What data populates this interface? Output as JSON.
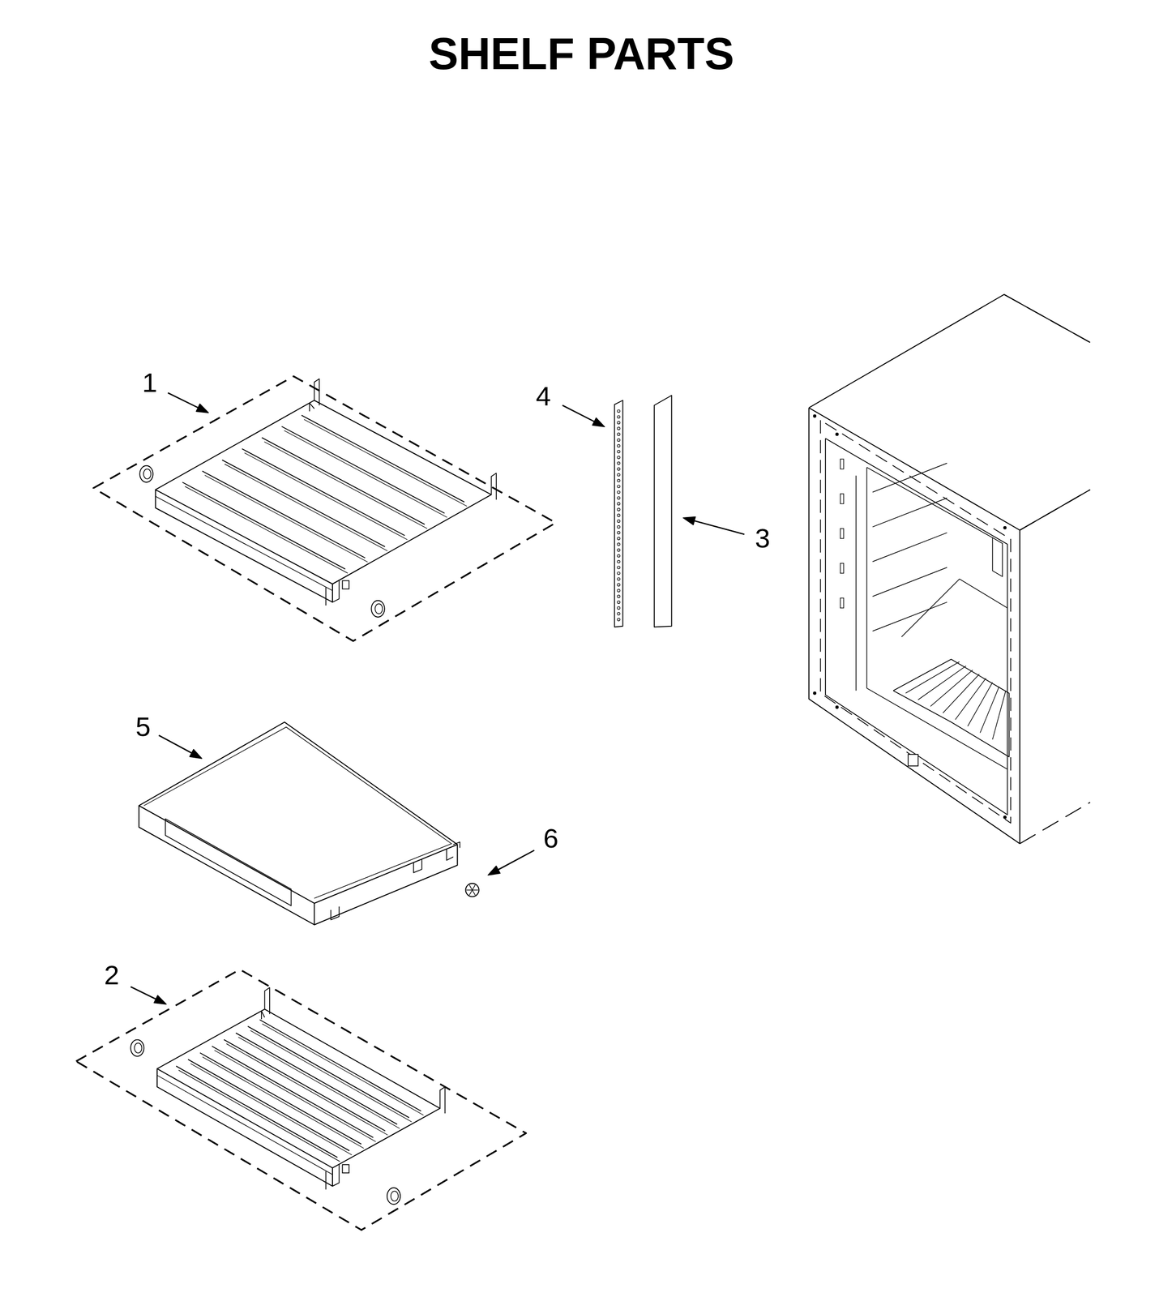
{
  "diagram": {
    "title": "SHELF PARTS",
    "labels": [
      "1",
      "4",
      "3",
      "5",
      "6",
      "2"
    ]
  }
}
